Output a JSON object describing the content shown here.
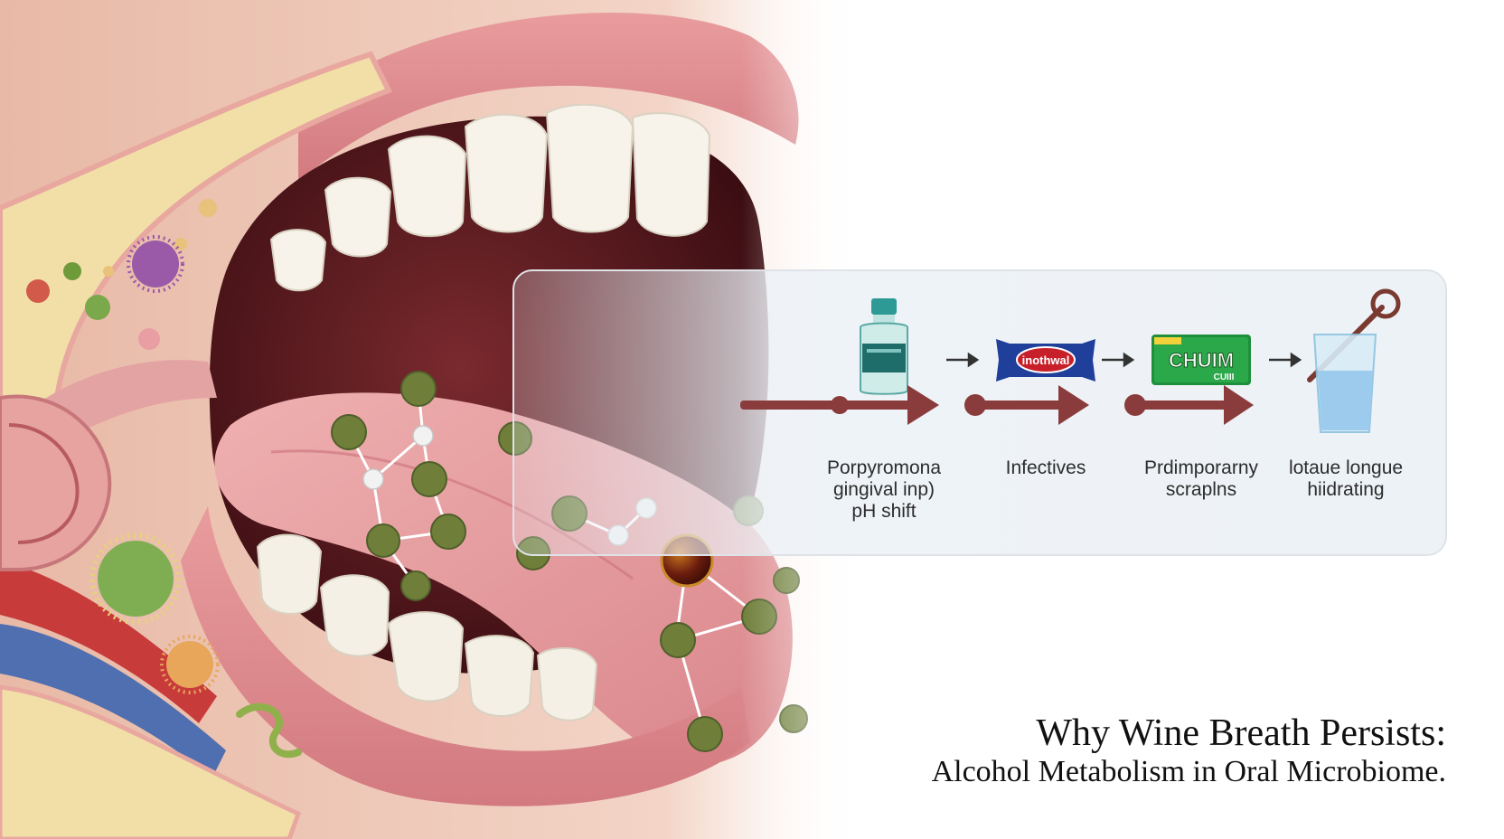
{
  "title": {
    "line1": "Why Wine Breath Persists:",
    "line2": "Alcohol Metabolism in Oral Microbiome."
  },
  "steps": [
    {
      "icon": "mouthwash-bottle-icon",
      "label_lines": [
        "Porpyromona",
        "gingival inp)",
        "pH shift"
      ]
    },
    {
      "icon": "mint-candy-icon",
      "package_text": "inothwal",
      "label_lines": [
        "Infectives"
      ]
    },
    {
      "icon": "chewing-gum-icon",
      "package_text": "CHUIM",
      "package_subtext": "CUIII",
      "label_lines": [
        "Prdimporarny",
        "scraplns"
      ]
    },
    {
      "icon": "water-glass-scraper-icon",
      "label_lines": [
        "lotaue longue",
        "hiidrating"
      ]
    }
  ],
  "colors": {
    "arrow": "#8a3b3b",
    "panel_border": "#dfe3e8",
    "tongue": "#e59a9c",
    "molecule": "#6f7f3a"
  }
}
